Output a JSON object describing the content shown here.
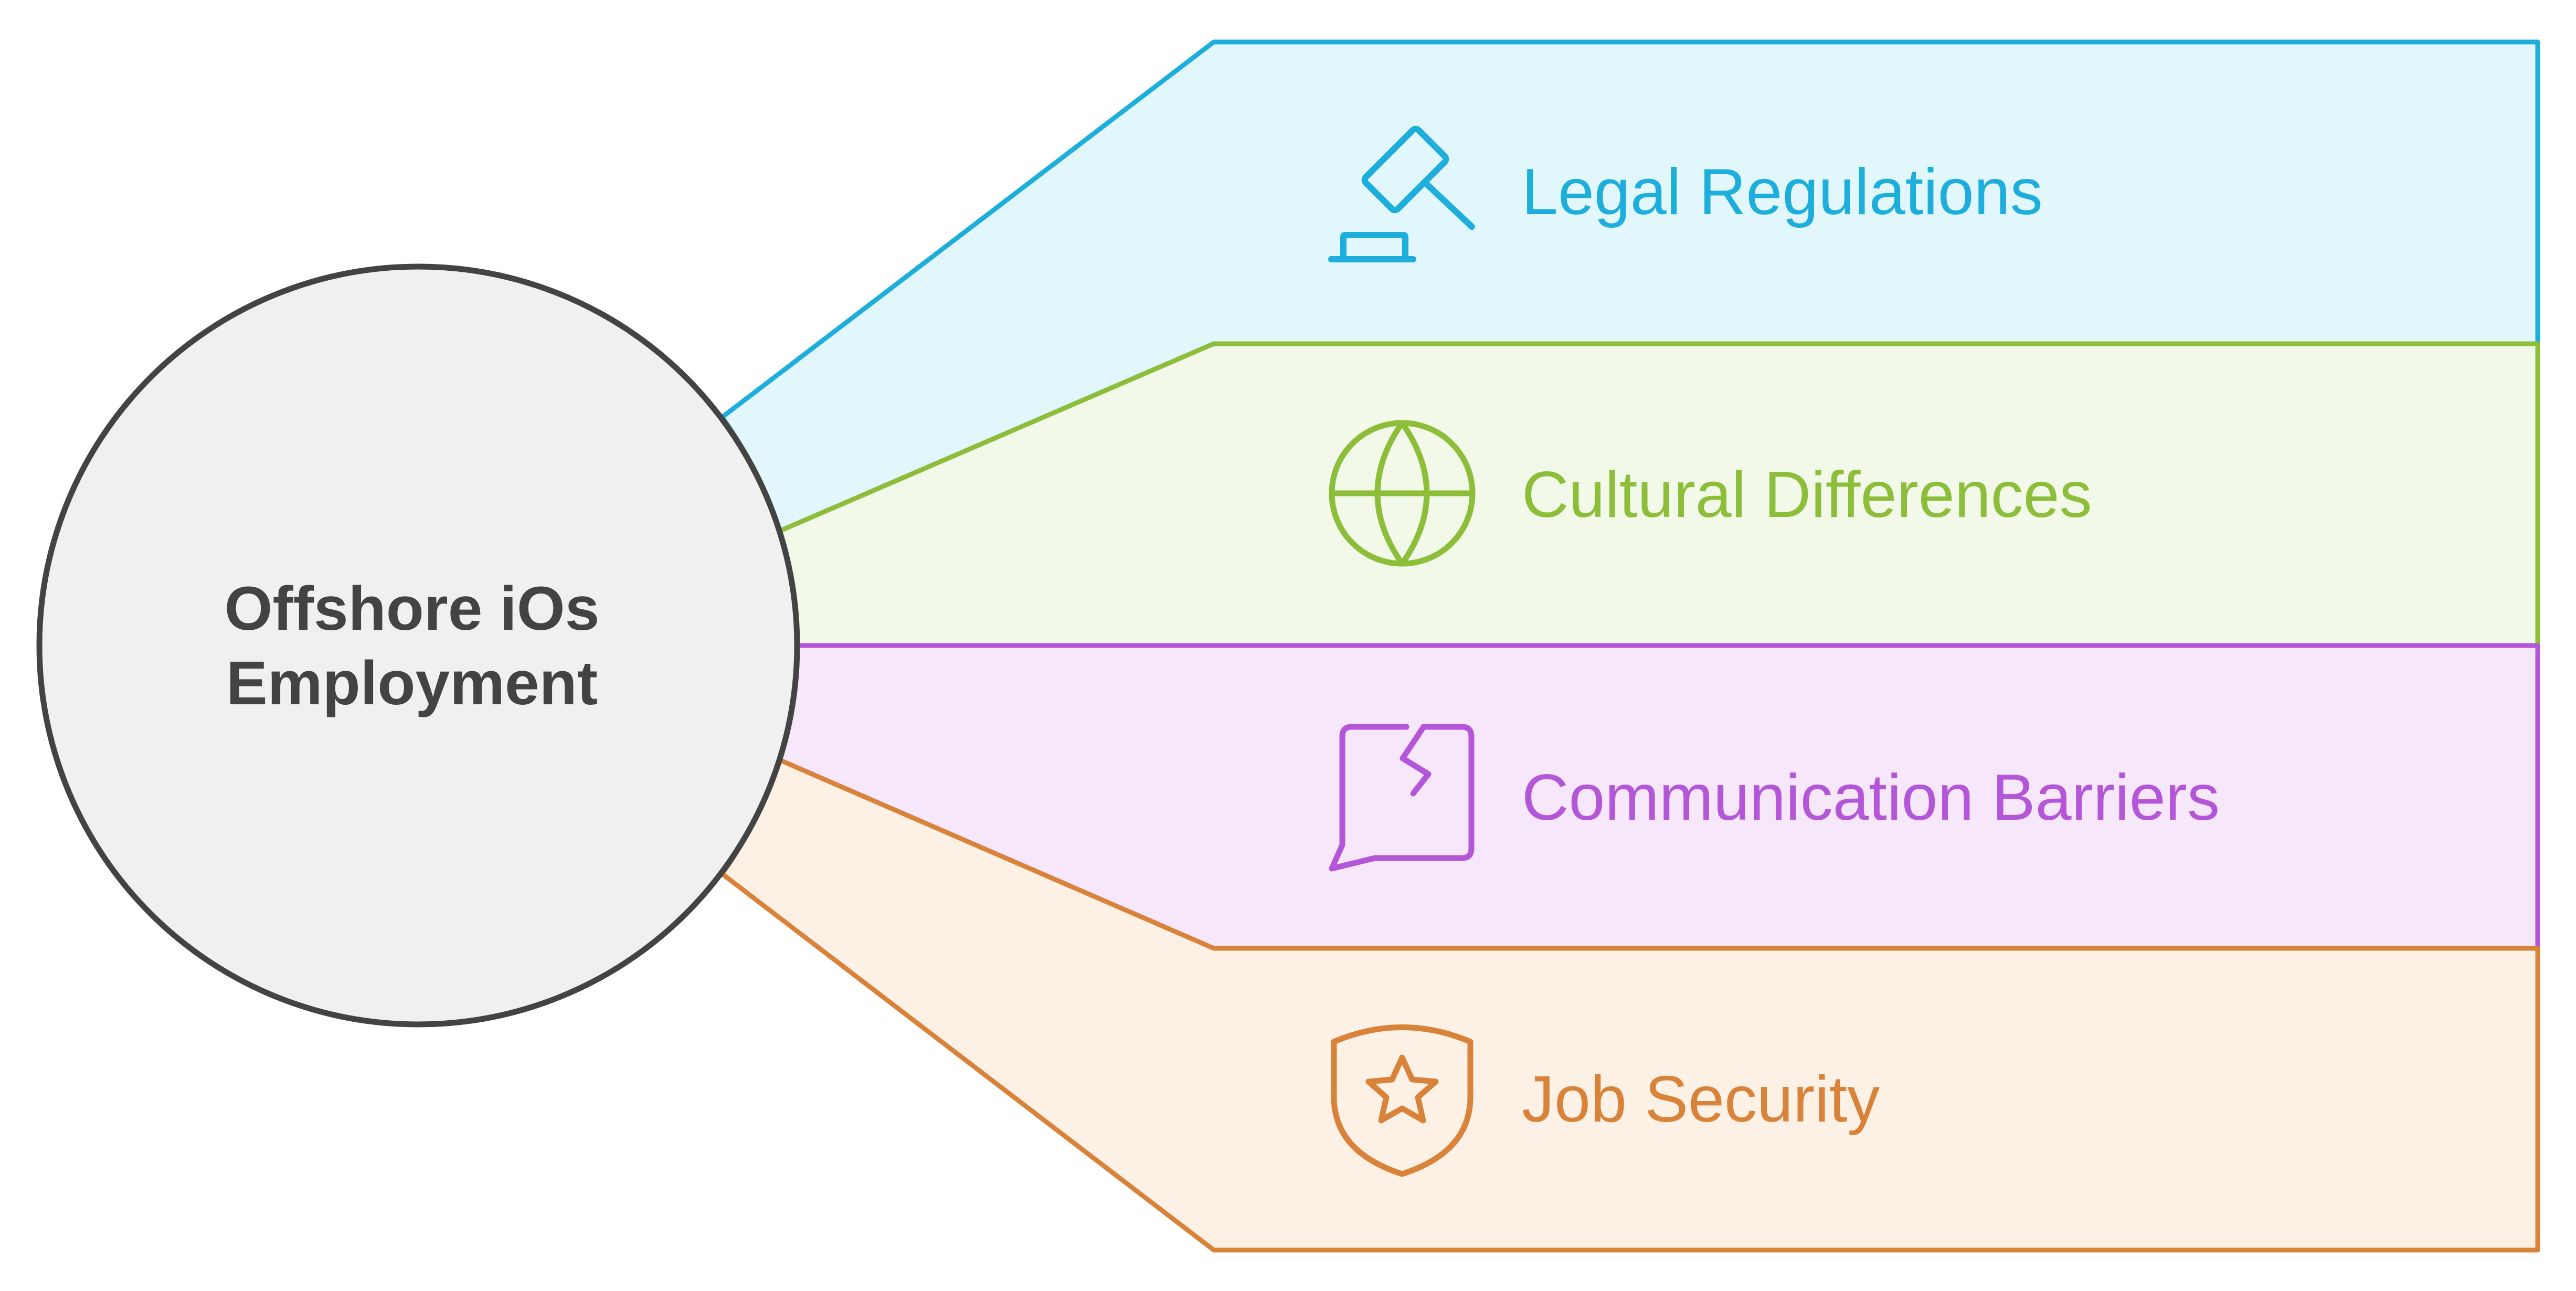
{
  "center": {
    "title_line1": "Offshore iOs",
    "title_line2": "Employment",
    "fill": "#f0f0f0",
    "stroke": "#434343"
  },
  "bands": [
    {
      "label": "Legal Regulations",
      "icon": "gavel-icon",
      "color": "#1eaedb",
      "fill": "#e2f7fb"
    },
    {
      "label": "Cultural Differences",
      "icon": "globe-icon",
      "color": "#8dbe3a",
      "fill": "#f2f9e9"
    },
    {
      "label": "Communication Barriers",
      "icon": "broken-chat-icon",
      "color": "#b456d8",
      "fill": "#f6e7fb"
    },
    {
      "label": "Job Security",
      "icon": "shield-star-icon",
      "color": "#d8823a",
      "fill": "#fdf0e4"
    }
  ]
}
